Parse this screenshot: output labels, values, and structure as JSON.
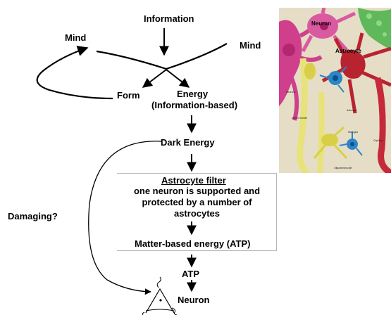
{
  "diagram": {
    "information": "Information",
    "mind_left": "Mind",
    "mind_right": "Mind",
    "form": "Form",
    "energy": "Energy",
    "energy_sub": "(Information-based)",
    "dark_energy": "Dark Energy",
    "filter_title": "Astrocyte filter",
    "filter_line1": "one neuron is supported and",
    "filter_line2": "protected by a number of",
    "filter_line3": "astrocytes",
    "matter_energy": "Matter-based energy (ATP)",
    "atp": "ATP",
    "neuron": "Neuron",
    "damaging": "Damaging?"
  },
  "illustration": {
    "label_neuron": "Neuron",
    "label_astrocyte": "Astrocyte",
    "small_labels": [
      "Neurons",
      "Myelin Sheath",
      "Astrocyte",
      "Microglia",
      "Capillary",
      "Oligodendrocyte"
    ],
    "colors": {
      "background": "#e6ddc6",
      "neuron_pink": "#cf3f8c",
      "astrocyte_red": "#b8232f",
      "myelin_yellow": "#e8e27a",
      "microglia_blue": "#2a86c8",
      "capillary_green": "#5fb85a"
    }
  }
}
